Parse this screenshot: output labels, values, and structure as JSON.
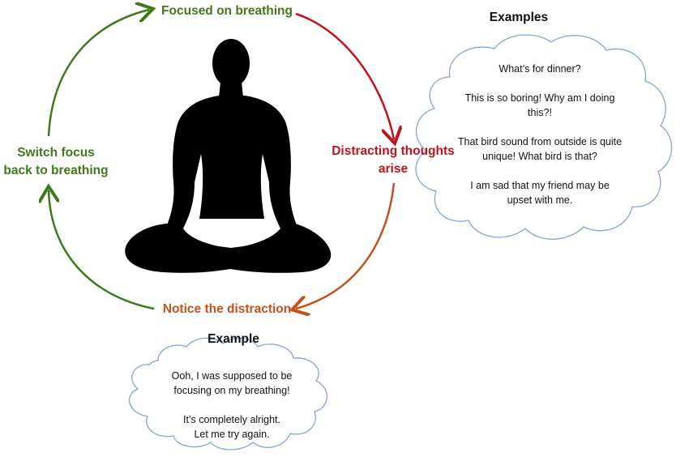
{
  "cycle": {
    "step_focused": "Focused on breathing",
    "step_distracting_line1": "Distracting thoughts",
    "step_distracting_line2": "arise",
    "step_notice": "Notice the distraction",
    "step_switch_line1": "Switch focus",
    "step_switch_line2": "back to breathing"
  },
  "examples_cloud": {
    "title": "Examples",
    "items": [
      "What’s for dinner?",
      "This is so boring! Why am I doing this?!",
      "That bird sound from outside is quite unique! What bird is that?",
      "I am sad that my friend may be upset with me."
    ]
  },
  "example_cloud": {
    "title": "Example",
    "line1": "Ooh, I was supposed to be focusing on my breathing!",
    "line2": "It’s completely alright. Let me try again."
  },
  "colors": {
    "green": "#3e7a1a",
    "red": "#c0141c",
    "orange": "#c8501a",
    "cloud_stroke": "#7ea6d8",
    "silhouette": "#000000"
  }
}
